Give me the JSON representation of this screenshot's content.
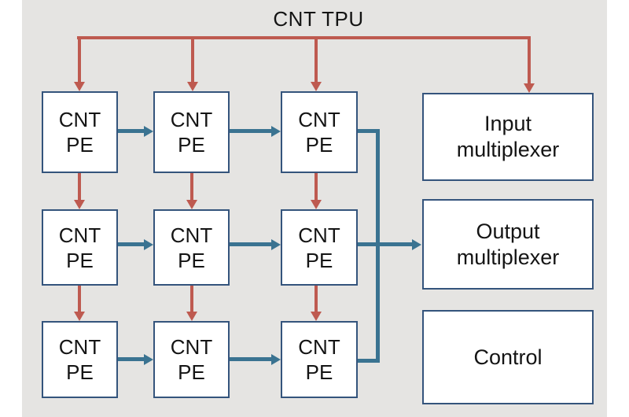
{
  "diagram": {
    "title": "CNT TPU",
    "pe": {
      "line1": "CNT",
      "line2": "PE"
    },
    "pe_grid": {
      "rows": 3,
      "cols": 3
    },
    "blocks": {
      "input_mux": {
        "line1": "Input",
        "line2": "multiplexer"
      },
      "output_mux": {
        "line1": "Output",
        "line2": "multiplexer"
      },
      "control": {
        "label": "Control"
      }
    },
    "colors": {
      "page_margin": "#ffffff",
      "background": "#e5e4e2",
      "box_fill": "#ffffff",
      "box_border": "#34547c",
      "control_bus": "#be5a50",
      "data_flow": "#3a7391",
      "text": "#141414"
    }
  }
}
